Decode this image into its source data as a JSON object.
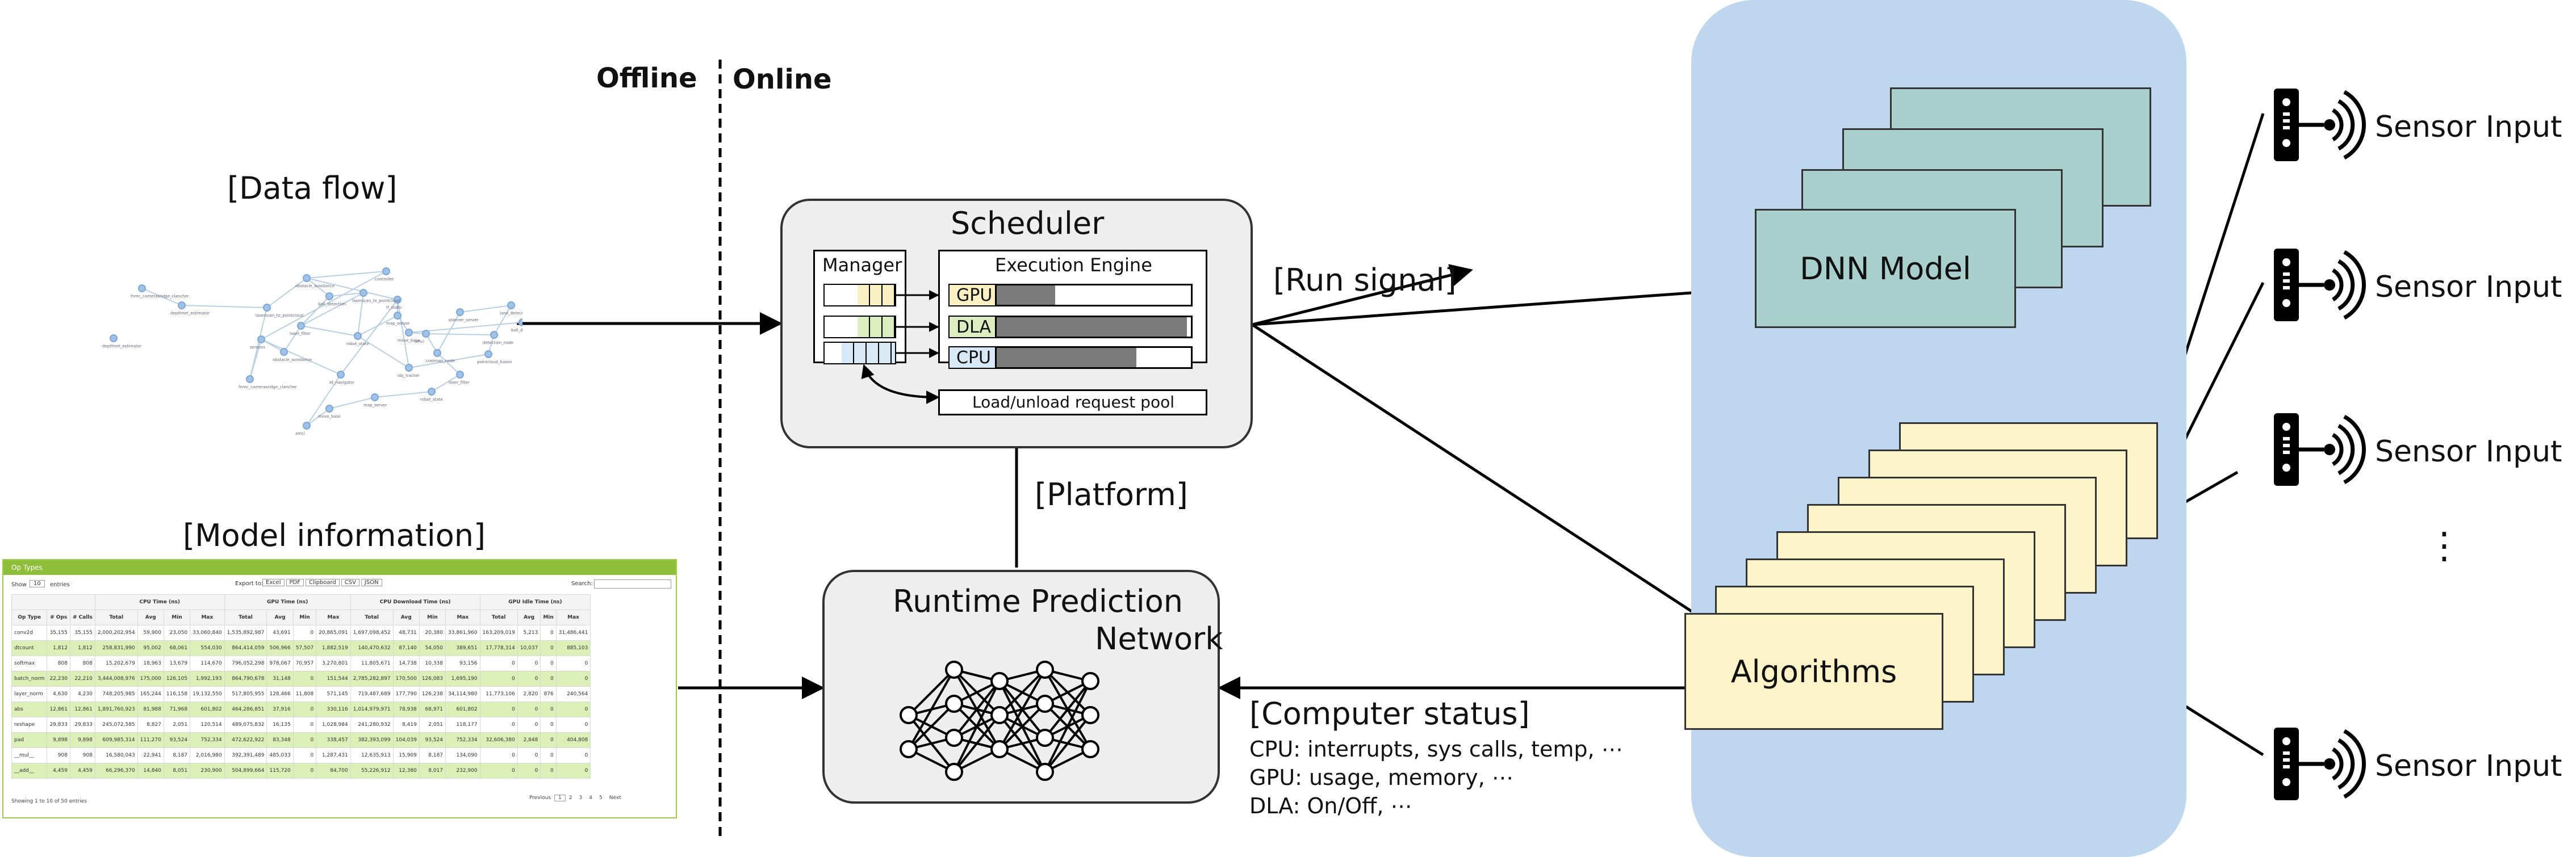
{
  "divider": {
    "left_label": "Offline",
    "right_label": "Online"
  },
  "data_flow": {
    "title": "[Data flow]",
    "nodes": [
      "fnmc_camerasridge_clancher",
      "depthnet_estimator",
      "laserscan_to_pointcloud",
      "obstacle_avoidance",
      "ball_detection",
      "laser_filter",
      "robot_state",
      "map_server",
      "move_base",
      "amcl",
      "costmap_node",
      "planner_server",
      "lane_detector",
      "detection_node",
      "pointcloud_fusion",
      "obj_tracker",
      "tf_static",
      "bt_navigator",
      "sensors",
      "controller"
    ]
  },
  "scheduler": {
    "title": "Scheduler",
    "manager_label": "Manager",
    "engine_label": "Execution Engine",
    "units": [
      {
        "name": "GPU",
        "load": 0.3
      },
      {
        "name": "DLA",
        "load": 0.98
      },
      {
        "name": "CPU",
        "load": 0.72
      }
    ],
    "pool_label": "Load/unload request pool"
  },
  "model_info": {
    "title": "[Model information]",
    "header": "Op Types",
    "show_label": "Show",
    "show_value": "10",
    "entries_label": "entries",
    "export_label": "Export to:",
    "export_buttons": [
      "Excel",
      "PDF",
      "Clipboard",
      "CSV",
      "JSON"
    ],
    "search_label": "Search:",
    "group_headers": [
      "CPU Time (ns)",
      "GPU Time (ns)",
      "CPU Download Time (ns)",
      "GPU Idle Time (ns)"
    ],
    "columns": [
      "Op Type",
      "# Ops",
      "# Calls",
      "Total",
      "Avg",
      "Min",
      "Max",
      "Total",
      "Avg",
      "Min",
      "Max",
      "Total",
      "Avg",
      "Min",
      "Max",
      "Total",
      "Avg",
      "Min",
      "Max"
    ],
    "rows": [
      [
        "conv2d",
        "35,155",
        "35,155",
        "2,000,202,954",
        "59,900",
        "23,050",
        "33,060,840",
        "1,535,892,987",
        "43,691",
        "0",
        "20,865,091",
        "1,697,098,452",
        "48,731",
        "20,380",
        "33,861,960",
        "163,209,019",
        "5,213",
        "0",
        "31,486,441"
      ],
      [
        "dtcount",
        "1,812",
        "1,812",
        "258,831,990",
        "95,002",
        "68,061",
        "554,030",
        "864,414,059",
        "506,966",
        "57,507",
        "1,882,519",
        "140,470,632",
        "87,140",
        "54,050",
        "389,651",
        "17,778,314",
        "10,037",
        "0",
        "885,103"
      ],
      [
        "softmax",
        "808",
        "808",
        "15,202,679",
        "18,963",
        "13,679",
        "114,670",
        "796,052,298",
        "978,067",
        "70,957",
        "3,270,801",
        "11,805,671",
        "14,738",
        "10,338",
        "93,156",
        "0",
        "0",
        "0",
        "0"
      ],
      [
        "batch_norm",
        "22,230",
        "22,210",
        "3,444,008,976",
        "175,000",
        "126,105",
        "1,992,193",
        "864,790,678",
        "31,148",
        "0",
        "151,544",
        "2,785,282,897",
        "170,500",
        "126,083",
        "1,695,190",
        "0",
        "0",
        "0",
        "0"
      ],
      [
        "layer_norm",
        "4,630",
        "4,230",
        "748,205,985",
        "165,244",
        "116,158",
        "19,132,550",
        "517,805,955",
        "128,466",
        "11,808",
        "571,145",
        "719,487,689",
        "177,790",
        "126,238",
        "34,114,980",
        "11,773,106",
        "2,820",
        "876",
        "240,564"
      ],
      [
        "abs",
        "12,861",
        "12,861",
        "1,891,760,923",
        "81,988",
        "71,968",
        "601,802",
        "464,286,851",
        "37,916",
        "0",
        "330,116",
        "1,014,979,971",
        "78,938",
        "68,971",
        "601,802",
        "0",
        "0",
        "0",
        "0"
      ],
      [
        "reshape",
        "29,833",
        "29,833",
        "245,072,585",
        "8,827",
        "2,051",
        "120,514",
        "489,075,832",
        "16,135",
        "0",
        "1,028,984",
        "241,280,932",
        "8,419",
        "2,051",
        "118,177",
        "0",
        "0",
        "0",
        "0"
      ],
      [
        "pad",
        "9,898",
        "9,898",
        "609,985,314",
        "111,270",
        "93,524",
        "752,334",
        "472,622,922",
        "83,348",
        "0",
        "338,457",
        "382,393,099",
        "104,039",
        "93,524",
        "752,334",
        "32,606,380",
        "2,848",
        "0",
        "404,808"
      ],
      [
        "__mul__",
        "908",
        "908",
        "16,580,043",
        "22,941",
        "8,187",
        "2,016,980",
        "392,391,489",
        "485,033",
        "0",
        "1,287,431",
        "12,635,913",
        "15,909",
        "8,187",
        "134,090",
        "0",
        "0",
        "0",
        "0"
      ],
      [
        "__add__",
        "4,459",
        "4,459",
        "66,296,370",
        "14,840",
        "8,051",
        "230,900",
        "504,899,664",
        "115,720",
        "0",
        "84,700",
        "55,226,912",
        "12,380",
        "8,017",
        "232,900",
        "0",
        "0",
        "0",
        "0"
      ]
    ],
    "footer": "Showing 1 to 10 of 50 entries",
    "pager": [
      "Previous",
      "1",
      "2",
      "3",
      "4",
      "5",
      "Next"
    ]
  },
  "platform_label": "[Platform]",
  "run_signal_label": "[Run signal]",
  "runtime": {
    "title_line1": "Runtime Prediction",
    "title_line2": "Network"
  },
  "computer_status": {
    "title": "[Computer status]",
    "lines": [
      "CPU: interrupts, sys calls, temp, ⋯",
      "GPU: usage, memory, ⋯",
      "DLA: On/Off, ⋯"
    ]
  },
  "platform_box": {
    "dnn_label": "DNN Model",
    "alg_label": "Algorithms"
  },
  "sensors": {
    "label": "Sensor Input",
    "ellipsis": "⋮"
  },
  "colors": {
    "panel": "#bed7ee",
    "dnn": "#a8cfcc",
    "alg": "#fdf3c8",
    "box_bg": "#eeeeee",
    "gpu_slot": "#fbf0c3",
    "dla_slot": "#dcedc0",
    "cpu_slot": "#d8e9f5",
    "bar": "#7b7b7b"
  }
}
